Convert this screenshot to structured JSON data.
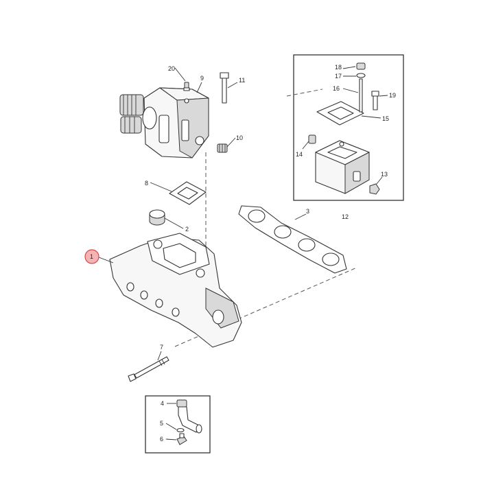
{
  "callouts": {
    "c1": "1",
    "c2": "2",
    "c3": "3",
    "c4": "4",
    "c5": "5",
    "c6": "6",
    "c7": "7",
    "c8": "8",
    "c9": "9",
    "c10": "10",
    "c11": "11",
    "c12": "12",
    "c13": "13",
    "c14": "14",
    "c15": "15",
    "c16": "16",
    "c17": "17",
    "c18": "18",
    "c19": "19",
    "c20": "20"
  },
  "colors": {
    "highlight_fill": "#f6b3b3",
    "highlight_stroke": "#d24a4a",
    "line": "#333333"
  }
}
